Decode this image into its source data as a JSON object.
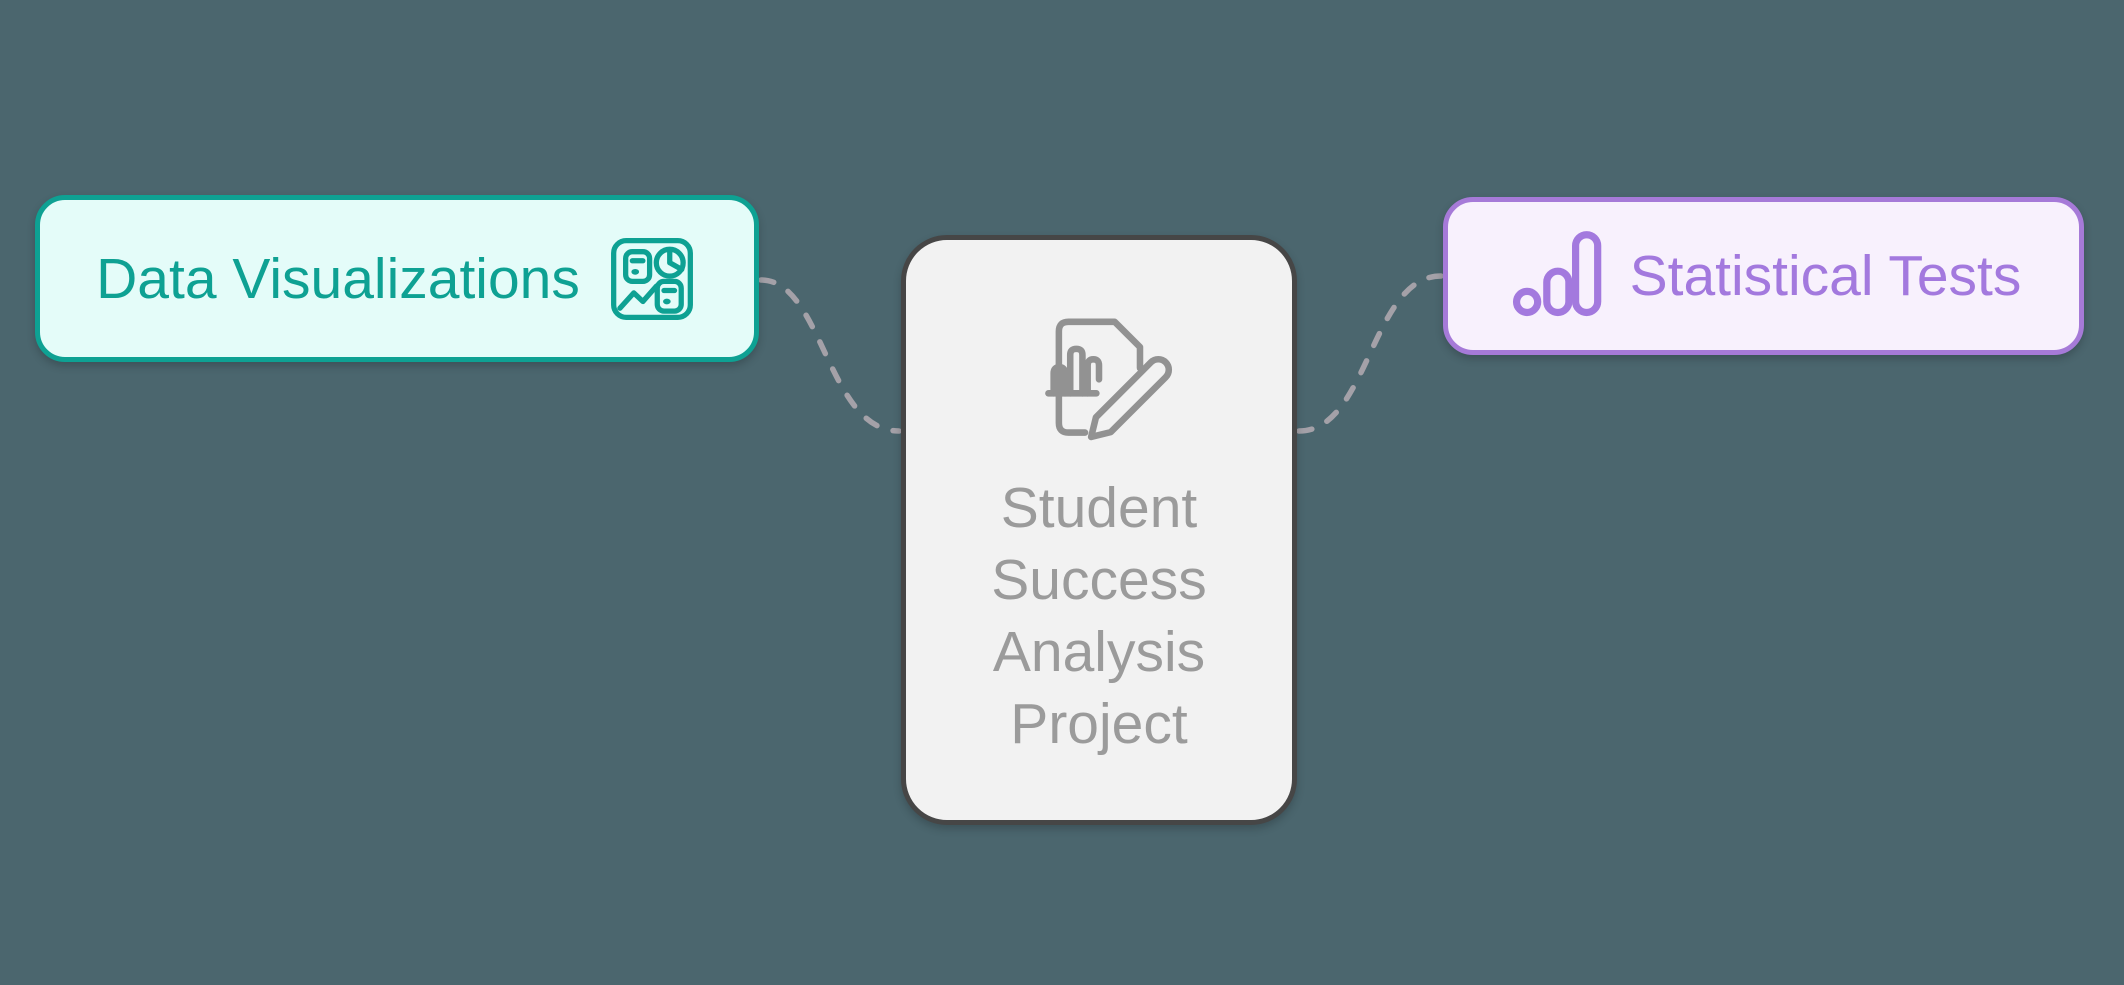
{
  "canvas": {
    "background_color": "#4b666e"
  },
  "nodes": {
    "center": {
      "label": "Student Success Analysis Project",
      "icon": "document-edit-chart",
      "background": "#f2f2f2",
      "border_color": "#464646",
      "text_color": "#9b9b9b"
    },
    "data_visualizations": {
      "label": "Data Visualizations",
      "icon": "dashboard-charts",
      "background": "#e4fcf9",
      "border_color": "#0ea193",
      "text_color": "#0ea193"
    },
    "statistical_tests": {
      "label": "Statistical Tests",
      "icon": "analytics-bars",
      "background": "#f8f1fd",
      "border_color": "#a67ad8",
      "text_color": "#a379de"
    }
  },
  "connectors": [
    {
      "from": "data_visualizations",
      "to": "center",
      "style": "dashed",
      "color": "#a4a1a8"
    },
    {
      "from": "center",
      "to": "statistical_tests",
      "style": "dashed",
      "color": "#a4a1a8"
    }
  ]
}
